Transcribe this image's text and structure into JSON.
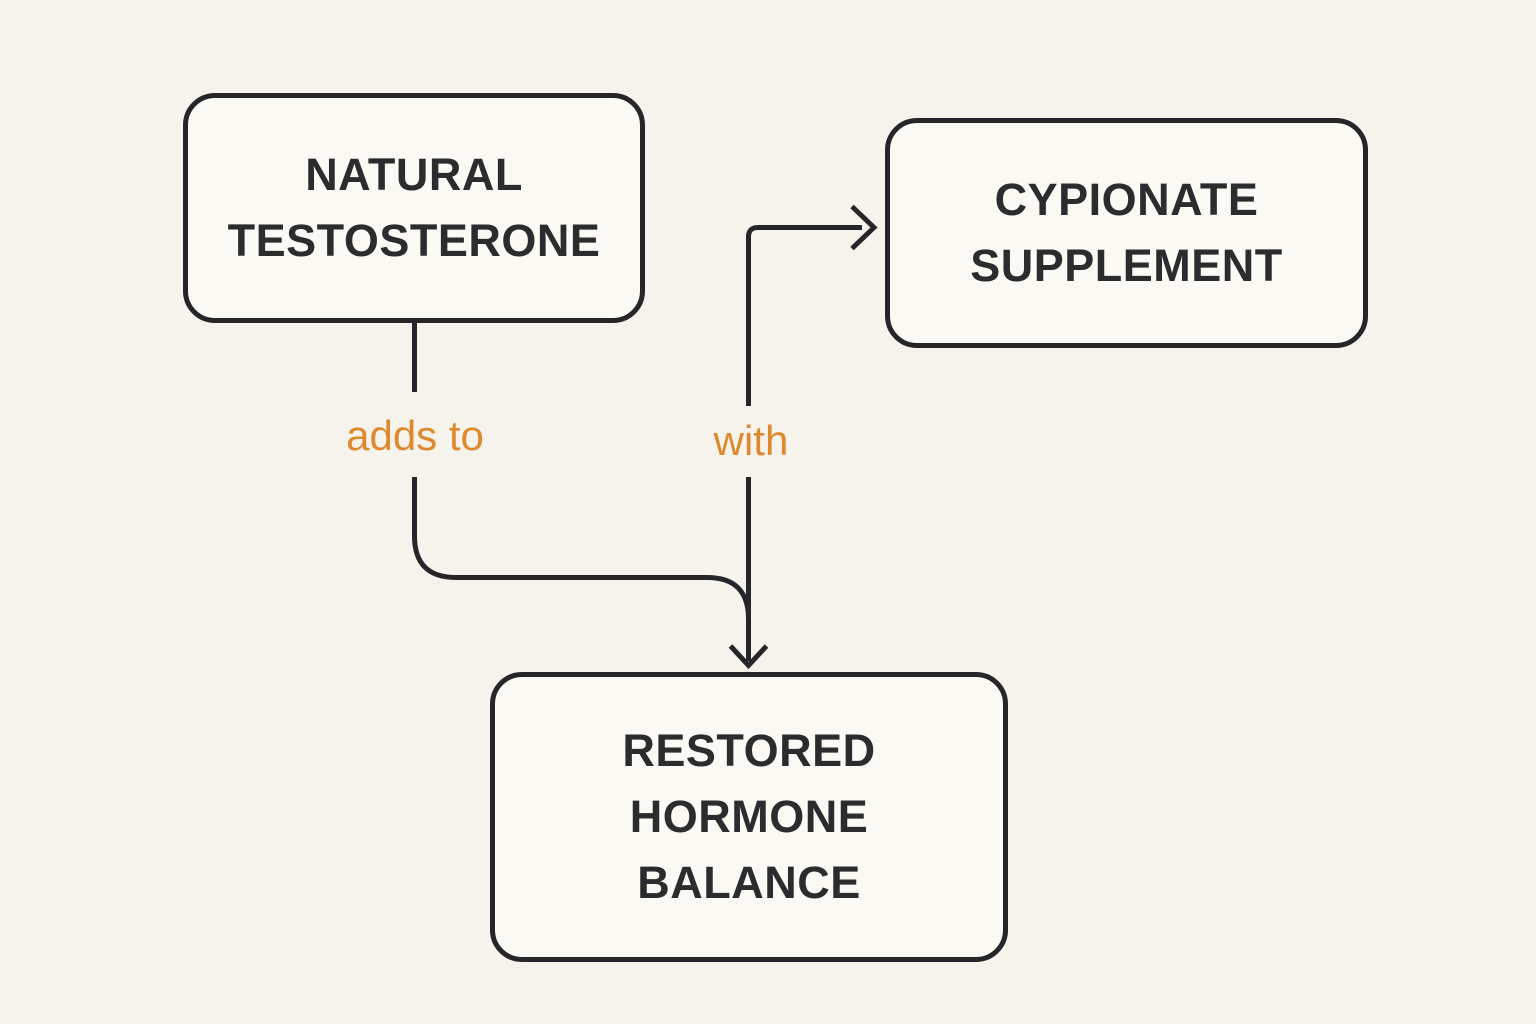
{
  "theme": {
    "bg": "#f6f3ec",
    "node_fill": "#fbf9f3",
    "line_color": "#26262a",
    "text_color": "#2c2c2f",
    "accent": "#dd8a2f"
  },
  "diagram": {
    "type": "flowchart",
    "nodes": {
      "natural": {
        "line1": "NATURAL",
        "line2": "TESTOSTERONE"
      },
      "cypionate": {
        "line1": "CYPIONATE",
        "line2": "SUPPLEMENT"
      },
      "restored": {
        "line1": "RESTORED",
        "line2": "HORMONE",
        "line3": "BALANCE"
      }
    },
    "edges": {
      "adds_to": {
        "label": "adds to",
        "from": "NATURAL TESTOSTERONE",
        "to": "RESTORED HORMONE BALANCE"
      },
      "with": {
        "label": "with",
        "to_up": "CYPIONATE SUPPLEMENT",
        "to_down": "RESTORED HORMONE BALANCE"
      }
    }
  }
}
